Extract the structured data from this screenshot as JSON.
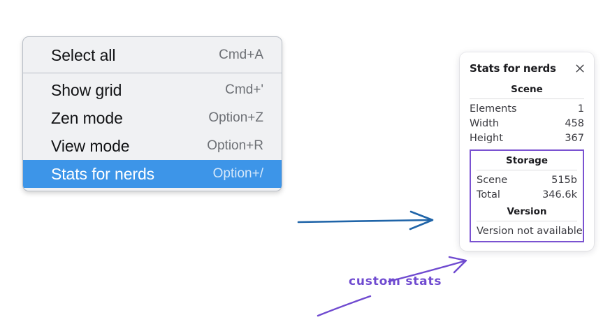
{
  "context_menu": {
    "name": "canvas-context-menu",
    "sections": [
      {
        "items": [
          {
            "label": "Select all",
            "shortcut": "Cmd+A",
            "selected": false
          }
        ]
      },
      {
        "items": [
          {
            "label": "Show grid",
            "shortcut": "Cmd+'",
            "selected": false
          },
          {
            "label": "Zen mode",
            "shortcut": "Option+Z",
            "selected": false
          },
          {
            "label": "View mode",
            "shortcut": "Option+R",
            "selected": false
          },
          {
            "label": "Stats for nerds",
            "shortcut": "Option+/",
            "selected": true
          }
        ]
      }
    ],
    "highlight_color": "#3d95e8",
    "background_color": "#f0f1f3"
  },
  "stats_panel": {
    "title": "Stats for nerds",
    "close_icon": "close-icon",
    "sections": [
      {
        "id": "scene",
        "title": "Scene",
        "rows": [
          {
            "key": "Elements",
            "value": "1"
          },
          {
            "key": "Width",
            "value": "458"
          },
          {
            "key": "Height",
            "value": "367"
          }
        ]
      },
      {
        "id": "storage",
        "title": "Storage",
        "rows": [
          {
            "key": "Scene",
            "value": "515b"
          },
          {
            "key": "Total",
            "value": "346.6k"
          }
        ]
      },
      {
        "id": "version",
        "title": "Version",
        "text": "Version not available"
      }
    ],
    "highlight_border_color": "#7a52d1"
  },
  "annotations": {
    "custom_stats_label": "custom stats",
    "blue_arrow_color": "#1f64a8",
    "purple_color": "#6f4ad0"
  }
}
